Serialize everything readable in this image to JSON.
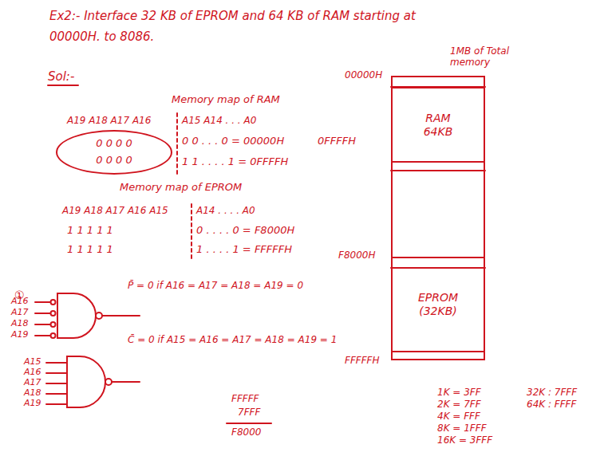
{
  "diagram": {
    "title": "Ex2:- Interface 32 KB of EPROM and 64 KB of RAM starting at 00000H. to 8086.",
    "nodes": [
      {
        "text": [
          "1MB of Total memory"
        ]
      },
      {
        "text": [
          "RAM 64KB"
        ],
        "in": 0
      },
      {
        "text": [
          "EPROM (32KB)"
        ],
        "in": 0
      },
      {
        "text": [
          "0 0 0 0",
          "0 0 0 0"
        ]
      }
    ],
    "labels": [
      "Sol:-",
      "Memory map of RAM",
      "A19 A18 A17 A16",
      "A15 A14 . . . A0",
      "0 0 . . . 0 = 00000H",
      "0FFFFH",
      "1 1 . . . . 1 = 0FFFFH",
      "Memory map of EPROM",
      "A19 A18 A17 A16 A15",
      "A14 . . . . A0",
      "1 1 1 1 1",
      "0 . . . . 0 = F8000H",
      "1 1 1 1 1",
      "1 . . . . 1 = FFFFFH",
      "F8000H",
      "00000H",
      "FFFFFH",
      "P̄ = 0 if A16 = A17 = A18 = A19 = 0",
      "C̄ = 0 if A15 = A16 = A17 = A18 = A19 = 1",
      "①",
      "A16",
      "A17",
      "A18",
      "A19",
      "A15",
      "A16",
      "A17",
      "A18",
      "A19",
      "FFFFF",
      "7FFF",
      "F8000",
      "1K = 3FF",
      "2K = 7FF",
      "4K = FFF",
      "8K = 1FFF",
      "16K = 3FFF",
      "32K : 7FFF",
      "64K : FFFF"
    ]
  }
}
